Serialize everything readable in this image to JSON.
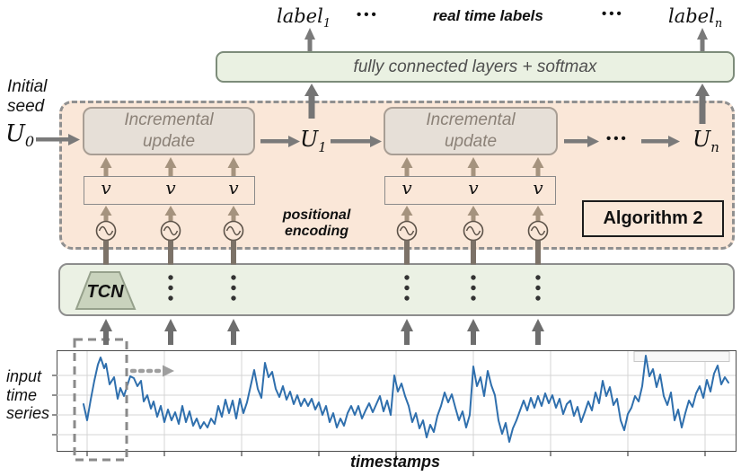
{
  "title_row": {
    "label_1": {
      "base": "label",
      "sub": "1"
    },
    "dots_left": "•••",
    "caption": "real time labels",
    "dots_right": "•••",
    "label_n": {
      "base": "label",
      "sub": "n"
    }
  },
  "fc_layer": {
    "label": "fully connected layers + softmax"
  },
  "initial_seed": {
    "line1": "Initial",
    "line2": "seed",
    "symbol": "U",
    "symbol_sub": "0"
  },
  "stage1": {
    "unit_line1": "Incremental",
    "unit_line2": "update",
    "output_base": "U",
    "output_sub": "1"
  },
  "stage2": {
    "unit_line1": "Incremental",
    "unit_line2": "update",
    "output_base": "U",
    "output_sub": "n"
  },
  "between_dots": "•••",
  "v_symbol": "v",
  "positional_encoding": {
    "line1": "positional",
    "line2": "encoding"
  },
  "algorithm_badge": "Algorithm 2",
  "tcn_label": "TCN",
  "plot": {
    "ylabel_line1": "input",
    "ylabel_line2": "time",
    "ylabel_line3": "series",
    "xlabel": "timestamps"
  },
  "colors": {
    "orange_fill": "#fae7d8",
    "green_fill": "#eaf1e2",
    "incr_fill": "#e6dfd7",
    "tcn_trapezoid_fill": "#c9d3bd",
    "tan_arrow": "#a5937e",
    "grey_arrow": "#6e6e6e",
    "series_blue": "#2f6fad",
    "dashed_border": "#909090"
  },
  "chart_data": {
    "type": "line",
    "title": "",
    "xlabel": "timestamps",
    "ylabel": "input time series",
    "grid": true,
    "legend_position": "top-right",
    "note": "unlabeled axes; points given in figure pixel coordinates (y down)",
    "points": [
      [
        93,
        450
      ],
      [
        97,
        468
      ],
      [
        101,
        445
      ],
      [
        105,
        424
      ],
      [
        109,
        406
      ],
      [
        112,
        398
      ],
      [
        116,
        410
      ],
      [
        118,
        405
      ],
      [
        122,
        428
      ],
      [
        127,
        420
      ],
      [
        131,
        444
      ],
      [
        134,
        432
      ],
      [
        138,
        441
      ],
      [
        145,
        419
      ],
      [
        149,
        421
      ],
      [
        153,
        430
      ],
      [
        157,
        424
      ],
      [
        160,
        447
      ],
      [
        164,
        440
      ],
      [
        168,
        455
      ],
      [
        171,
        447
      ],
      [
        175,
        464
      ],
      [
        179,
        452
      ],
      [
        183,
        470
      ],
      [
        187,
        456
      ],
      [
        191,
        468
      ],
      [
        195,
        459
      ],
      [
        199,
        472
      ],
      [
        203,
        452
      ],
      [
        207,
        470
      ],
      [
        211,
        458
      ],
      [
        215,
        474
      ],
      [
        219,
        466
      ],
      [
        223,
        477
      ],
      [
        227,
        470
      ],
      [
        231,
        476
      ],
      [
        235,
        466
      ],
      [
        239,
        472
      ],
      [
        243,
        452
      ],
      [
        247,
        464
      ],
      [
        251,
        445
      ],
      [
        255,
        460
      ],
      [
        259,
        446
      ],
      [
        263,
        466
      ],
      [
        267,
        444
      ],
      [
        271,
        460
      ],
      [
        275,
        448
      ],
      [
        279,
        430
      ],
      [
        283,
        412
      ],
      [
        287,
        433
      ],
      [
        291,
        443
      ],
      [
        295,
        404
      ],
      [
        299,
        420
      ],
      [
        303,
        414
      ],
      [
        307,
        433
      ],
      [
        311,
        442
      ],
      [
        315,
        430
      ],
      [
        319,
        445
      ],
      [
        323,
        436
      ],
      [
        327,
        450
      ],
      [
        331,
        440
      ],
      [
        335,
        452
      ],
      [
        339,
        444
      ],
      [
        343,
        452
      ],
      [
        347,
        444
      ],
      [
        351,
        456
      ],
      [
        355,
        448
      ],
      [
        359,
        462
      ],
      [
        363,
        452
      ],
      [
        367,
        470
      ],
      [
        371,
        460
      ],
      [
        375,
        476
      ],
      [
        379,
        466
      ],
      [
        383,
        474
      ],
      [
        387,
        460
      ],
      [
        391,
        452
      ],
      [
        395,
        462
      ],
      [
        399,
        452
      ],
      [
        403,
        466
      ],
      [
        407,
        457
      ],
      [
        411,
        449
      ],
      [
        415,
        459
      ],
      [
        419,
        450
      ],
      [
        423,
        441
      ],
      [
        427,
        458
      ],
      [
        431,
        446
      ],
      [
        435,
        462
      ],
      [
        439,
        418
      ],
      [
        443,
        436
      ],
      [
        447,
        427
      ],
      [
        451,
        441
      ],
      [
        455,
        452
      ],
      [
        459,
        470
      ],
      [
        463,
        460
      ],
      [
        467,
        477
      ],
      [
        471,
        468
      ],
      [
        475,
        487
      ],
      [
        479,
        473
      ],
      [
        483,
        481
      ],
      [
        487,
        463
      ],
      [
        491,
        452
      ],
      [
        495,
        437
      ],
      [
        499,
        448
      ],
      [
        503,
        439
      ],
      [
        507,
        454
      ],
      [
        511,
        468
      ],
      [
        515,
        458
      ],
      [
        519,
        476
      ],
      [
        523,
        462
      ],
      [
        527,
        408
      ],
      [
        531,
        430
      ],
      [
        535,
        420
      ],
      [
        539,
        441
      ],
      [
        543,
        413
      ],
      [
        547,
        429
      ],
      [
        551,
        440
      ],
      [
        555,
        468
      ],
      [
        559,
        483
      ],
      [
        563,
        471
      ],
      [
        567,
        492
      ],
      [
        571,
        477
      ],
      [
        575,
        468
      ],
      [
        579,
        457
      ],
      [
        583,
        446
      ],
      [
        587,
        457
      ],
      [
        591,
        443
      ],
      [
        595,
        454
      ],
      [
        599,
        441
      ],
      [
        603,
        452
      ],
      [
        607,
        438
      ],
      [
        611,
        449
      ],
      [
        615,
        440
      ],
      [
        619,
        454
      ],
      [
        623,
        444
      ],
      [
        627,
        461
      ],
      [
        631,
        450
      ],
      [
        635,
        446
      ],
      [
        639,
        463
      ],
      [
        643,
        453
      ],
      [
        647,
        470
      ],
      [
        651,
        459
      ],
      [
        655,
        447
      ],
      [
        659,
        457
      ],
      [
        663,
        437
      ],
      [
        667,
        449
      ],
      [
        671,
        424
      ],
      [
        675,
        441
      ],
      [
        679,
        431
      ],
      [
        683,
        451
      ],
      [
        687,
        444
      ],
      [
        691,
        468
      ],
      [
        695,
        479
      ],
      [
        699,
        461
      ],
      [
        703,
        454
      ],
      [
        707,
        441
      ],
      [
        711,
        447
      ],
      [
        715,
        430
      ],
      [
        719,
        396
      ],
      [
        723,
        419
      ],
      [
        727,
        411
      ],
      [
        731,
        431
      ],
      [
        735,
        417
      ],
      [
        739,
        441
      ],
      [
        743,
        451
      ],
      [
        747,
        437
      ],
      [
        751,
        468
      ],
      [
        755,
        456
      ],
      [
        759,
        476
      ],
      [
        763,
        460
      ],
      [
        767,
        446
      ],
      [
        771,
        453
      ],
      [
        775,
        438
      ],
      [
        779,
        430
      ],
      [
        783,
        443
      ],
      [
        787,
        423
      ],
      [
        791,
        436
      ],
      [
        795,
        416
      ],
      [
        799,
        407
      ],
      [
        803,
        428
      ],
      [
        807,
        420
      ],
      [
        811,
        426
      ]
    ]
  }
}
